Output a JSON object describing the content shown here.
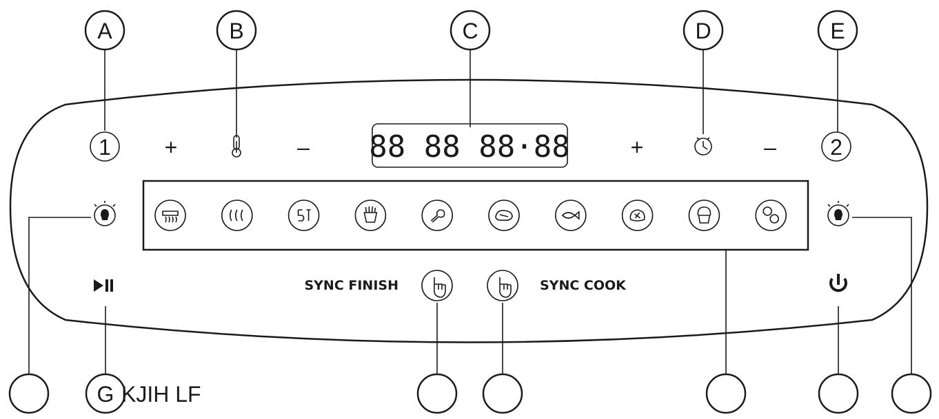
{
  "callouts_top": [
    "A",
    "B",
    "C",
    "D",
    "E"
  ],
  "display": {
    "digits": "88 88 88·88"
  },
  "labels": {
    "zone1": "1",
    "zone2": "2",
    "plus": "+",
    "minus": "–",
    "sync_finish": "SYNC FINISH",
    "sync_cook": "SYNC COOK"
  },
  "bottom_text": {
    "g": "G",
    "rest": "KJIH LF"
  },
  "icons": {
    "light_1": "light-bulb-1-icon",
    "light_2": "light-bulb-2-icon",
    "temperature": "thermometer-icon",
    "timer": "clock-icon",
    "start_pause": "play-pause-icon",
    "power": "power-icon",
    "sync_finish": "touch-finger-icon",
    "sync_cook": "touch-finger-icon",
    "programs": [
      "broil-icon",
      "air-fry-icon",
      "reheat-icon",
      "fries-icon",
      "chicken-leg-icon",
      "steak-icon",
      "fish-icon",
      "vegetables-icon",
      "muffin-icon",
      "dehydrate-icon"
    ]
  }
}
